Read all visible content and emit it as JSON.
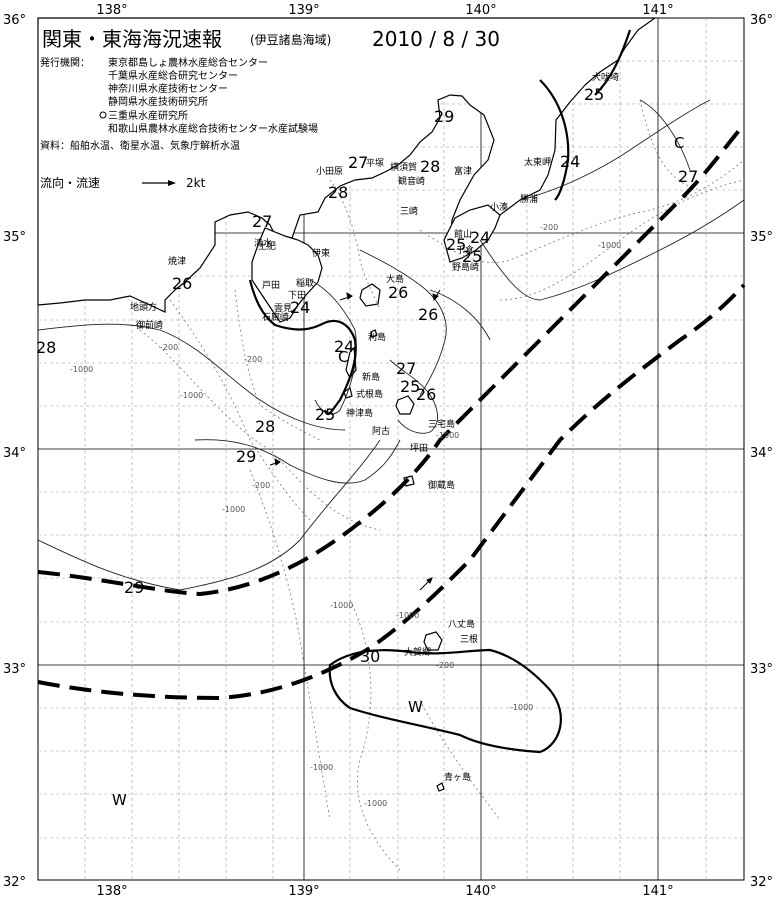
{
  "title": "関東・東海海況速報",
  "subtitle": "(伊豆諸島海域)",
  "date": "2010 / 8 / 30",
  "agencies_label": "発行機関：",
  "agencies": [
    "東京都島しょ農林水産総合センター",
    "千葉県水産総合研究センター",
    "神奈川県水産技術センター",
    "静岡県水産技術研究所",
    "三重県水産研究所",
    "和歌山県農林水産総合技術センター水産試験場"
  ],
  "sources": "資料：船舶水温、衛星水温、気象庁解析水温",
  "current_legend": {
    "label": "流向・流速",
    "speed": "2kt"
  },
  "axes": {
    "lon_labels": [
      "138°",
      "139°",
      "140°",
      "141°"
    ],
    "lat_labels": [
      "36°",
      "35°",
      "34°",
      "33°",
      "32°"
    ]
  },
  "isotherm_labels": [
    "27",
    "26",
    "28",
    "24",
    "25",
    "29",
    "28",
    "27",
    "28",
    "24",
    "25",
    "25",
    "24",
    "27",
    "26",
    "24",
    "26",
    "27",
    "25",
    "26",
    "25",
    "28",
    "29",
    "29",
    "30"
  ],
  "depth_labels": [
    "-200",
    "-1000",
    "-1000",
    "-200",
    "-1000",
    "-200",
    "-1000",
    "-1000",
    "-200",
    "-1000",
    "-1000",
    "-1000",
    "-200",
    "-1000",
    "-1000"
  ],
  "eddy_marks": [
    {
      "type": "cold",
      "symbol": "C"
    },
    {
      "type": "cold",
      "symbol": "C"
    },
    {
      "type": "warm",
      "symbol": "W"
    },
    {
      "type": "warm",
      "symbol": "W"
    }
  ],
  "places": [
    "犬吠埼",
    "太東岬",
    "勝浦",
    "小湊",
    "館山",
    "千倉",
    "野島崎",
    "横須賀",
    "観音崎",
    "三崎",
    "富津",
    "平塚",
    "小田原",
    "伊東",
    "稲取",
    "下田",
    "石廊崎",
    "雲見",
    "土肥",
    "戸田",
    "大島",
    "新島",
    "式根島",
    "神津島",
    "利島",
    "三宅島",
    "坪田",
    "阿古",
    "御蔵島",
    "八丈島",
    "三根",
    "大賀郷",
    "青ヶ島",
    "焼津",
    "御前崎",
    "地頭方",
    "清水"
  ],
  "colors": {
    "land": "#ffffff",
    "sea": "#ffffff",
    "grid": "#000000",
    "kuroshio": "#000000",
    "depth": "#777777"
  }
}
